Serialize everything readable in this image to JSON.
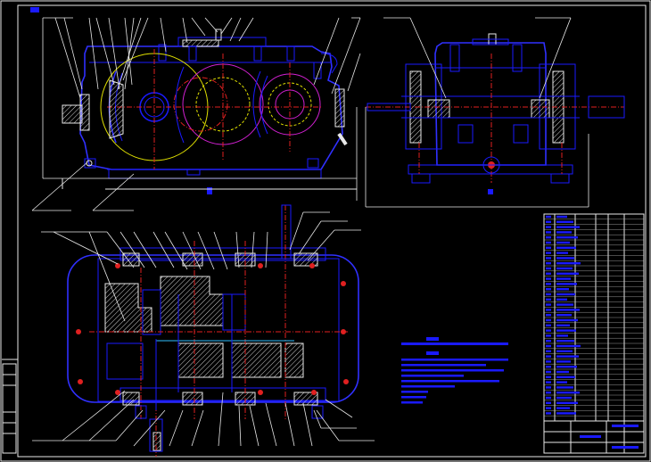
{
  "drawing": {
    "sheet": "gearbox-assembly",
    "colors": {
      "background": "#000000",
      "frame": "#e8e8e8",
      "outline": "#1a1aff",
      "centerline": "#e02020",
      "pitch_circle": "#e0e000",
      "leader": "#e8e8e8"
    },
    "icons": [
      "front-view",
      "side-view",
      "plan-view",
      "title-block",
      "parts-list",
      "technical-notes"
    ]
  }
}
